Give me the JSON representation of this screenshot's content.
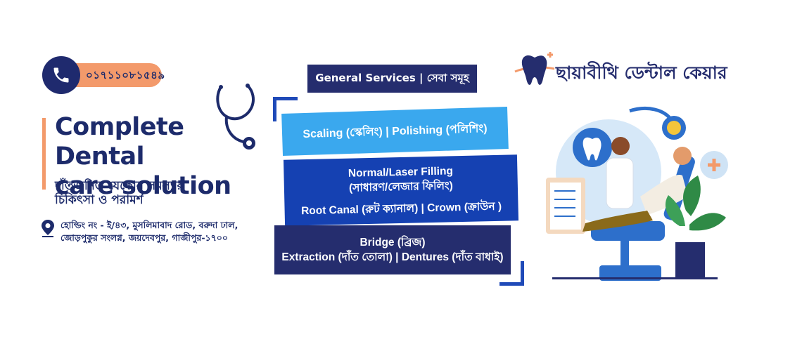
{
  "contact": {
    "phone": "০১৭১১০৮১৫৪৯"
  },
  "hero": {
    "title_line1": "Complete Dental",
    "title_line2": "care solution",
    "subtitle_line1": "দাঁতজনিত যেকোন সমস্যার",
    "subtitle_line2": "চিকিৎসা ও পরামর্শ",
    "address_line1": "হোল্ডিং নং - ই/৪৩, মুসলিমাবাদ রোড, বরুদা ঢাল,",
    "address_line2": "জোড়পুকুর সংলগ্ন, জয়দেবপুর, গাজীপুর-১৭০০"
  },
  "services": {
    "label": "General Services | সেবা সমূহ",
    "card1": "Scaling (স্কেলিং) | Polishing (পলিশিং)",
    "card2_line1": "Normal/Laser Filling",
    "card2_line2": "(সাধারণ/লেজার ফিলিং)",
    "card2_line3": "Root Canal (রুট ক্যানাল) | Crown (ক্রাউন )",
    "card3_line1": "Bridge (ব্রিজ)",
    "card3_line2": "Extraction (দাঁত তোলা) | Dentures (দাঁত বাধাই)"
  },
  "brand": {
    "name": "ছায়াবীথি ডেন্টাল কেয়ার"
  },
  "colors": {
    "navy": "#252d6e",
    "royal_blue": "#1541b2",
    "sky_blue": "#3aa8ee",
    "peach": "#f39a6b"
  },
  "icons": [
    "phone-icon",
    "location-pin-icon",
    "stethoscope-icon",
    "tooth-logo-icon",
    "dentist-illustration"
  ]
}
